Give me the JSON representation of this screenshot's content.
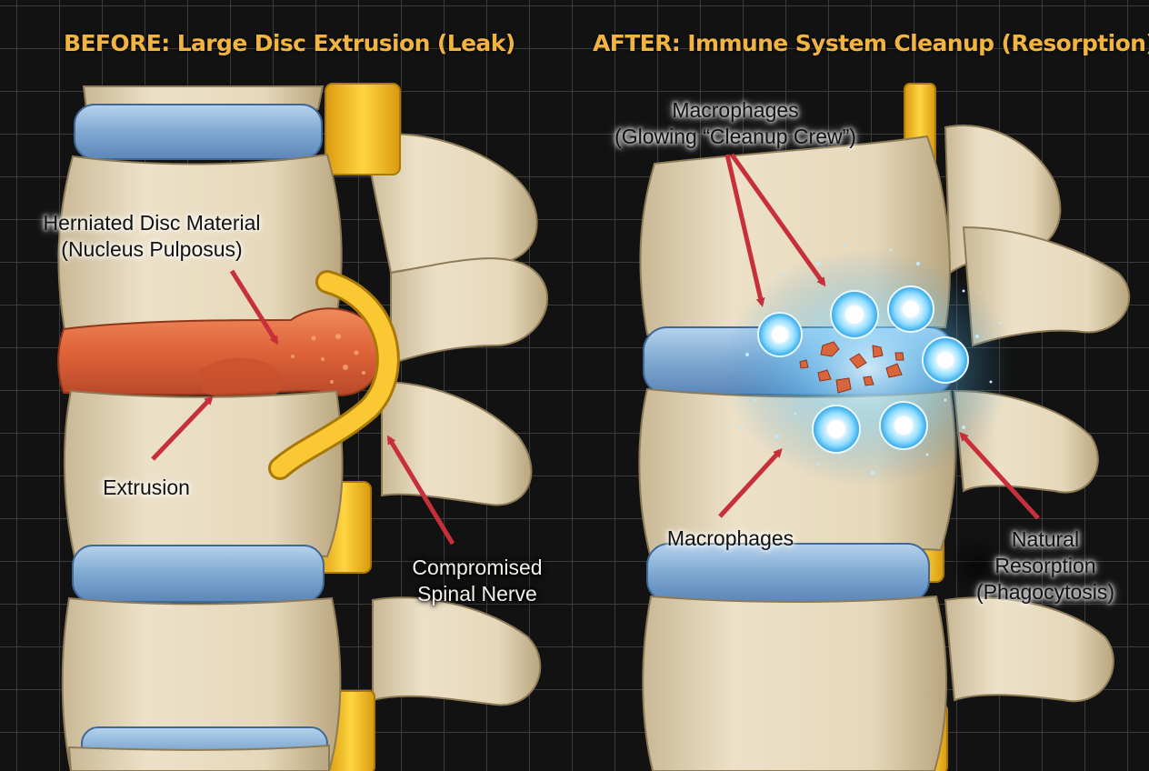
{
  "panels": {
    "before": {
      "title": "BEFORE: Large Disc Extrusion (Leak)",
      "labels": {
        "herniated_line1": "Herniated Disc Material",
        "herniated_line2": "(Nucleus Pulposus)",
        "extrusion": "Extrusion",
        "nerve_line1": "Compromised",
        "nerve_line2": "Spinal Nerve"
      }
    },
    "after": {
      "title": "AFTER: Immune System Cleanup (Resorption)",
      "labels": {
        "macro_top_line1": "Macrophages",
        "macro_top_line2": "(Glowing “Cleanup Crew”)",
        "macro_bottom": "Macrophages",
        "resorption_line1": "Natural",
        "resorption_line2": "Resorption",
        "resorption_line3": "(Phagocytosis)"
      }
    }
  },
  "colors": {
    "title": "#f2b441",
    "bone": "#e8dbc0",
    "disc": "#8fb6d9",
    "nerve": "#f2c12e",
    "herniation": "#e0673e",
    "arrow": "#c7303a",
    "glow": "#79d6ff"
  }
}
